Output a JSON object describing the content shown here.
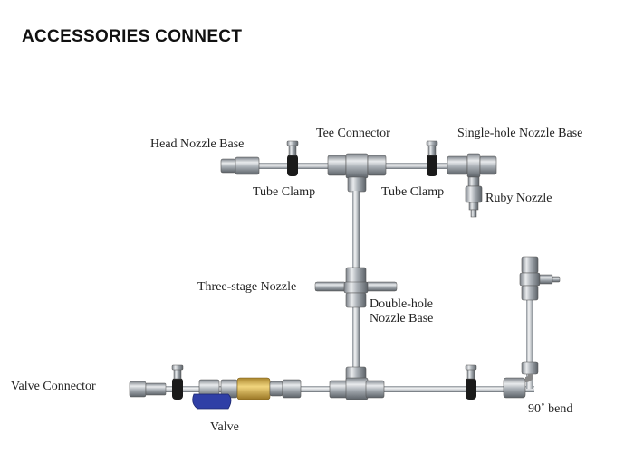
{
  "page": {
    "title": "ACCESSORIES CONNECT"
  },
  "labels": {
    "head_nozzle_base": "Head Nozzle Base",
    "tee_connector": "Tee Connector",
    "single_hole_nozzle_base": "Single-hole Nozzle Base",
    "tube_clamp_left": "Tube Clamp",
    "tube_clamp_right": "Tube Clamp",
    "ruby_nozzle": "Ruby Nozzle",
    "three_stage_nozzle": "Three-stage Nozzle",
    "double_hole_nozzle_base_line1": "Double-hole",
    "double_hole_nozzle_base_line2": "Nozzle Base",
    "valve_connector": "Valve Connector",
    "valve": "Valve",
    "bend_90": "90˚ bend"
  },
  "colors": {
    "steel_light": "#eef0f2",
    "steel_mid": "#b9bec4",
    "steel_dark": "#6b7178",
    "clamp_black": "#1a1a1a",
    "valve_blue": "#2f3fa6",
    "brass": "#d9b24a"
  }
}
